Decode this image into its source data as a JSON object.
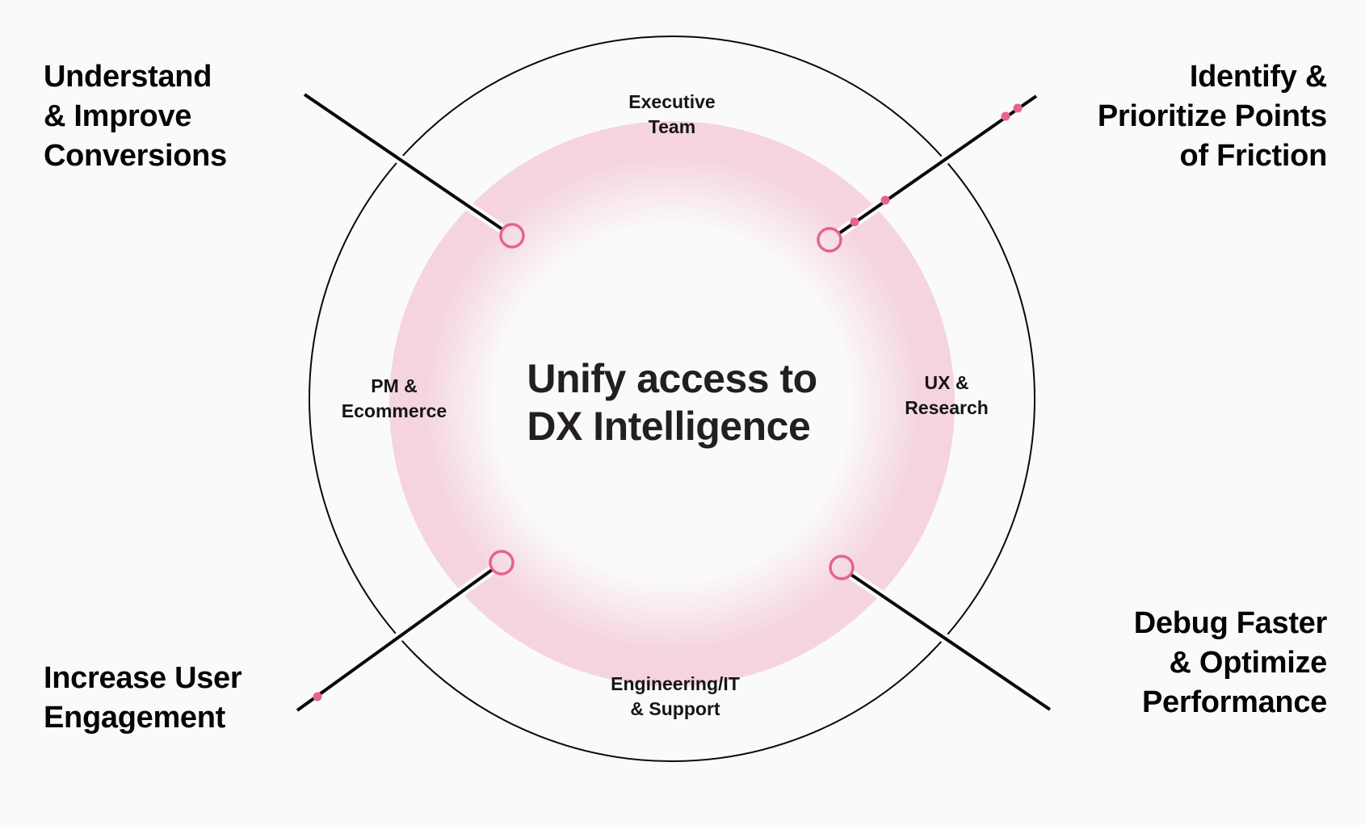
{
  "colors": {
    "background": "#fafafa",
    "accent": "#e5648a",
    "glow": "#f4cedA",
    "line": "#0a0a0a"
  },
  "center": {
    "lines": [
      "Unify access to",
      "DX Intelligence"
    ]
  },
  "segments": [
    {
      "id": "executive",
      "lines": [
        "Executive",
        "Team"
      ]
    },
    {
      "id": "pm",
      "lines": [
        "PM &",
        "Ecommerce"
      ]
    },
    {
      "id": "ux",
      "lines": [
        "UX &",
        "Research"
      ]
    },
    {
      "id": "engineering",
      "lines": [
        "Engineering/IT",
        "& Support"
      ]
    }
  ],
  "outcomes": [
    {
      "id": "conversions",
      "lines": [
        "Understand",
        "& Improve",
        "Conversions"
      ]
    },
    {
      "id": "friction",
      "lines": [
        "Identify &",
        "Prioritize Points",
        "of Friction"
      ]
    },
    {
      "id": "engagement",
      "lines": [
        "Increase User",
        "Engagement"
      ]
    },
    {
      "id": "performance",
      "lines": [
        "Debug Faster",
        "& Optimize",
        "Performance"
      ]
    }
  ]
}
